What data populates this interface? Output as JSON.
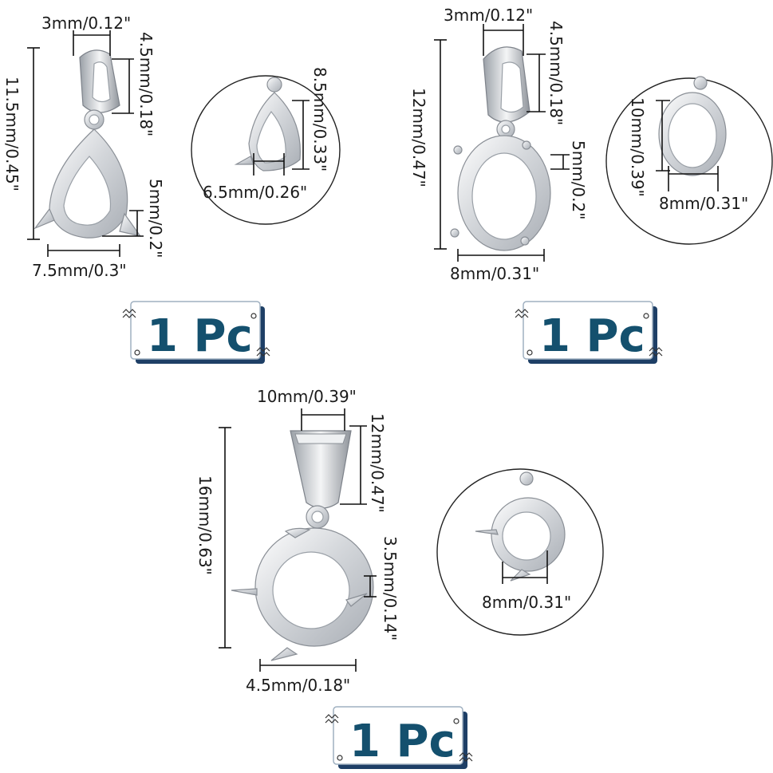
{
  "products": [
    {
      "dims": {
        "bail_width": "3mm/0.12\"",
        "bail_height": "4.5mm/0.18\"",
        "total_height": "11.5mm/0.45\"",
        "setting_depth": "5mm/0.2\"",
        "setting_width": "7.5mm/0.3\"",
        "detail_height": "8.5mm/0.33\"",
        "detail_width": "6.5mm/0.26\""
      },
      "badge": "1 Pc"
    },
    {
      "dims": {
        "bail_width": "3mm/0.12\"",
        "bail_height": "4.5mm/0.18\"",
        "total_height": "12mm/0.47\"",
        "setting_depth": "5mm/0.2\"",
        "setting_width": "8mm/0.31\"",
        "detail_height": "10mm/0.39\"",
        "detail_width": "8mm/0.31\""
      },
      "badge": "1 Pc"
    },
    {
      "dims": {
        "bail_width": "10mm/0.39\"",
        "bail_height": "12mm/0.47\"",
        "total_height": "16mm/0.63\"",
        "setting_depth": "3.5mm/0.14\"",
        "setting_width": "4.5mm/0.18\"",
        "detail_width": "8mm/0.31\""
      },
      "badge": "1 Pc"
    }
  ],
  "colors": {
    "badge_text": "#14506e",
    "badge_shadow": "#1e3f66",
    "metal": "#d9dce0"
  }
}
